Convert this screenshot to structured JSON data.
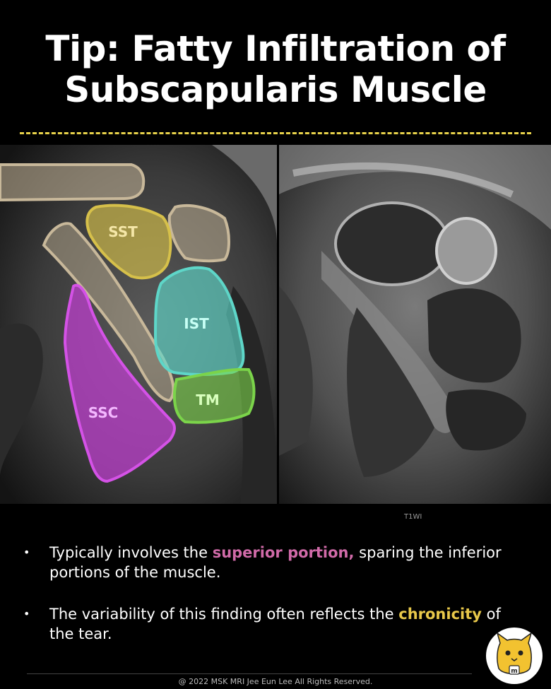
{
  "title": {
    "line1": "Tip: Fatty Infiltration of",
    "line2": "Subscapularis Muscle"
  },
  "labels": {
    "sst": "SST",
    "ist": "IST",
    "tm": "TM",
    "ssc": "SSC"
  },
  "colors": {
    "sst": "#d6c04a",
    "ist": "#5ed6c8",
    "tm": "#7bd44a",
    "ssc": "#c43fd6",
    "bone": "#c8b89a",
    "divider": "#e8d24a",
    "highlight_pink": "#d06aa8",
    "highlight_yellow": "#e8c84a"
  },
  "sequence_label": "T1WI",
  "bullets": [
    {
      "pre": "Typically involves the ",
      "highlight": "superior portion,",
      "post": " sparing the inferior portions of the muscle."
    },
    {
      "pre": "The variability of this finding often reflects the ",
      "highlight": "chronicity",
      "post": " of the tear."
    }
  ],
  "footer": "@ 2022 MSK MRI Jee Eun Lee All Rights Reserved.",
  "mascot_icon": "cat-mascot-icon"
}
